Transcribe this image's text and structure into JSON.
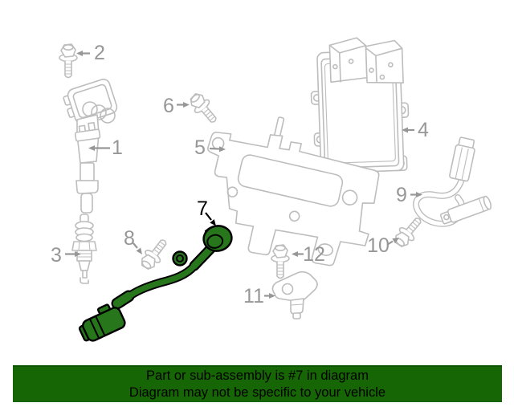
{
  "colors": {
    "page_bg": "#ffffff",
    "line_art": "#bdbdbd",
    "label_gray": "#979797",
    "highlight_fill": "#27761c",
    "highlight_outline": "#000000",
    "banner_bg": "#176606",
    "banner_text": "#000000"
  },
  "diagram": {
    "highlighted_part": "7",
    "labels": [
      "1",
      "2",
      "3",
      "4",
      "5",
      "6",
      "7",
      "8",
      "9",
      "10",
      "11",
      "12"
    ]
  },
  "banner": {
    "line1": "Part or sub-assembly is #7 in diagram",
    "line2": "Diagram may not be specific to your vehicle"
  }
}
